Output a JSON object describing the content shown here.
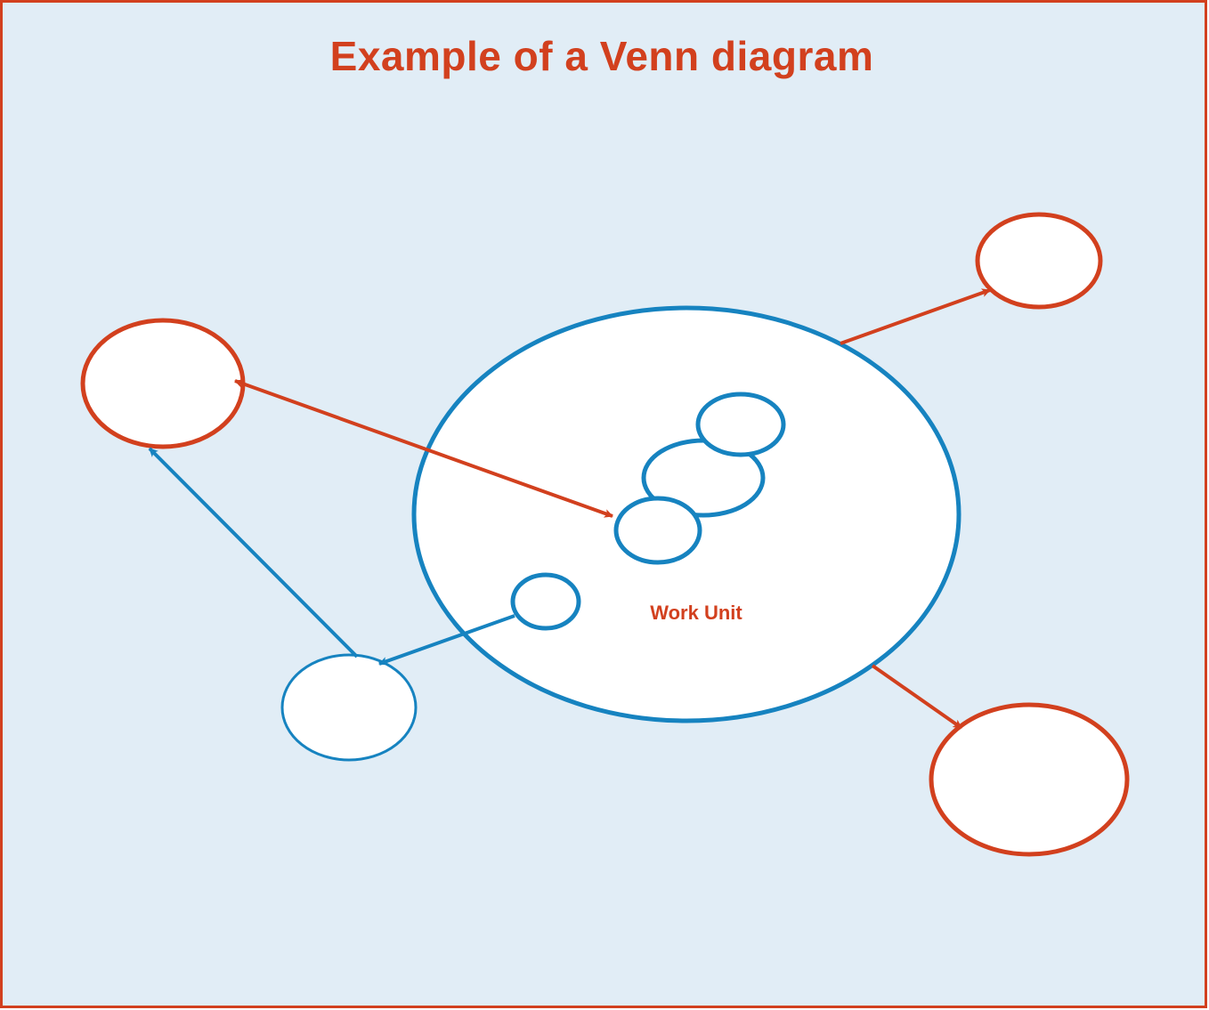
{
  "title": "Example of a Venn diagram",
  "center_label": "Work Unit",
  "colors": {
    "background": "#e1edf6",
    "red": "#d2401e",
    "blue": "#1683c0",
    "fill": "#ffffff"
  },
  "shapes": {
    "main_ellipse": "blue",
    "inner_top_circle": "blue",
    "inner_middle_circle": "blue",
    "inner_lower_circle": "blue",
    "inner_bottom_left_circle": "blue",
    "top_right_circle": "red",
    "left_circle": "red",
    "bottom_right_circle": "red",
    "bottom_left_circle": "blue"
  },
  "connectors": [
    {
      "from": "main_ellipse",
      "to": "top_right_circle",
      "color": "red",
      "heads": "end"
    },
    {
      "from": "left_circle",
      "to": "inner_lower_circle",
      "color": "red",
      "heads": "both"
    },
    {
      "from": "main_ellipse",
      "to": "bottom_right_circle",
      "color": "red",
      "heads": "end"
    },
    {
      "from": "inner_bottom_left_circle",
      "to": "bottom_left_circle",
      "color": "blue",
      "heads": "end"
    },
    {
      "from": "bottom_left_circle",
      "to": "left_circle",
      "color": "blue",
      "heads": "end"
    }
  ]
}
